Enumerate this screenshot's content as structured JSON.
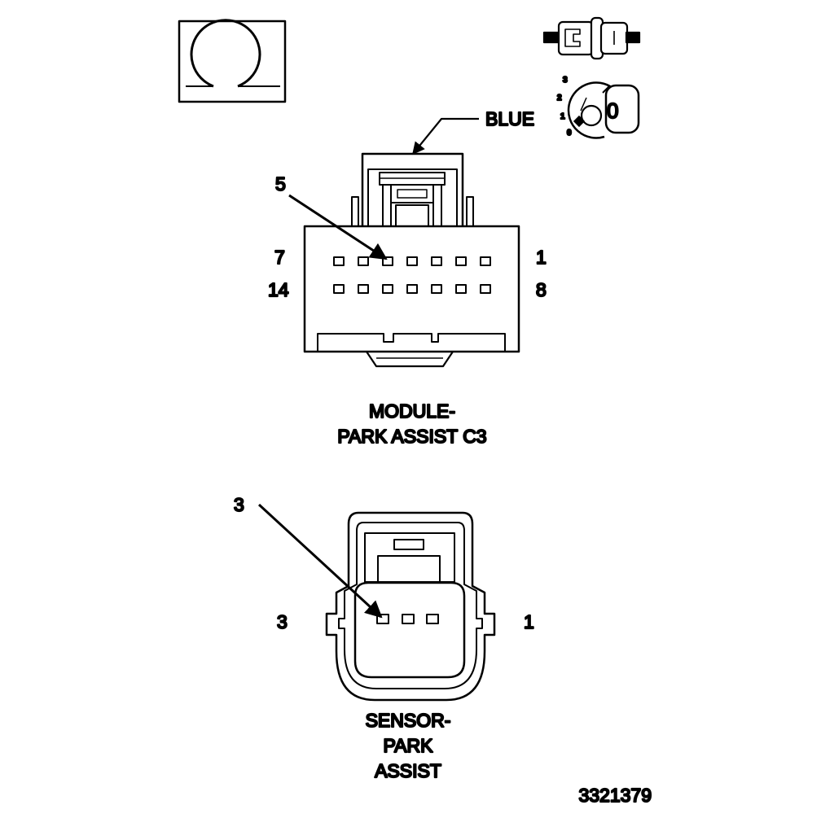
{
  "callouts": {
    "color": "BLUE",
    "module_pin_pointer": "5",
    "sensor_pin_pointer": "3"
  },
  "module": {
    "row1_left": "7",
    "row1_right": "1",
    "row2_left": "14",
    "row2_right": "8",
    "name_line1": "MODULE-",
    "name_line2": "PARK ASSIST C3"
  },
  "sensor": {
    "pin_left": "3",
    "pin_right": "1",
    "name_line1": "SENSOR-",
    "name_line2": "PARK",
    "name_line3": "ASSIST"
  },
  "ignition": {
    "pos_3": "3",
    "pos_2": "2",
    "pos_1": "1",
    "pos_0": "0",
    "key_label": "0"
  },
  "figure_id": "3321379",
  "colors": {
    "ink": "#000000",
    "background": "#ffffff"
  },
  "icons": [
    "ohm-meter-icon",
    "connector-disconnect-icon",
    "ignition-key-off-icon"
  ]
}
